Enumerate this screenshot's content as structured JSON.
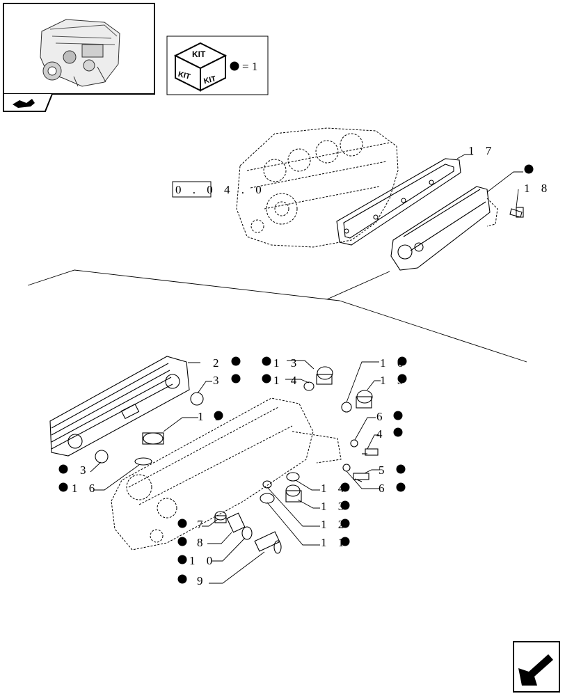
{
  "kit_legend": {
    "kit_text": "KIT",
    "equation": "= 1"
  },
  "reference": {
    "code": "0 . 0 4 . 0"
  },
  "callouts": [
    {
      "label": "1 7",
      "dot": false
    },
    {
      "label": "1 8",
      "dot": true
    },
    {
      "label": "2",
      "dot": true
    },
    {
      "label": "3",
      "dot": true
    },
    {
      "label": "1 3",
      "dot": true
    },
    {
      "label": "1 4",
      "dot": true
    },
    {
      "label": "1 6",
      "dot": true
    },
    {
      "label": "1 5",
      "dot": true
    },
    {
      "label": "1 5",
      "dot": true
    },
    {
      "label": "6",
      "dot": true
    },
    {
      "label": "4",
      "dot": true
    },
    {
      "label": "5",
      "dot": true
    },
    {
      "label": "6",
      "dot": true
    },
    {
      "label": "3",
      "dot": true
    },
    {
      "label": "1 6",
      "dot": true
    },
    {
      "label": "1 4",
      "dot": true
    },
    {
      "label": "1 3",
      "dot": true
    },
    {
      "label": "1 2",
      "dot": true
    },
    {
      "label": "1 1",
      "dot": true
    },
    {
      "label": "7",
      "dot": true
    },
    {
      "label": "8",
      "dot": true
    },
    {
      "label": "1 0",
      "dot": true
    },
    {
      "label": "9",
      "dot": true
    }
  ]
}
